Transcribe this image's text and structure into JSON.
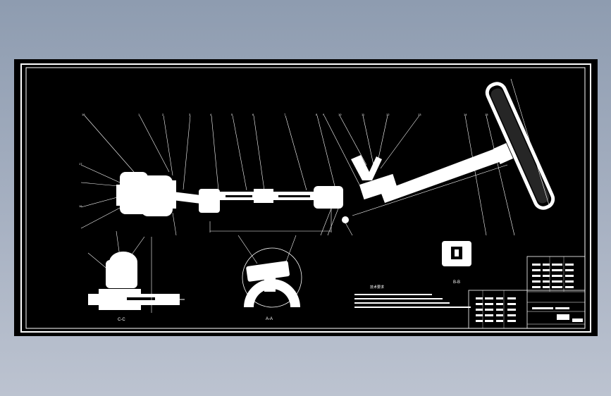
{
  "drawing": {
    "background": "#000000",
    "line_color": "#ffffff",
    "view_labels": {
      "view_1": "C-C",
      "view_2": "A-A",
      "view_3": "B-B"
    },
    "tech_requirements_title": "技术要求"
  }
}
